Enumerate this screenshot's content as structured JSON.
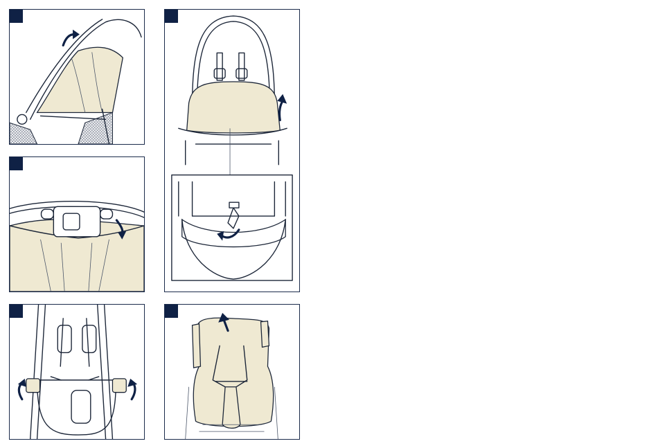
{
  "colors": {
    "badge": "#0f2145",
    "outline": "#1c2638",
    "pad_fill": "#efe9d2",
    "arrow": "#0f2145"
  },
  "panels": [
    {
      "id": "1",
      "badge_icon": "step-badge",
      "illustration": "stroller-canopy-unzip"
    },
    {
      "id": "2",
      "badge_icon": "step-badge",
      "illustration": "stroller-seat-cover-remove"
    },
    {
      "id": "3",
      "badge_icon": "step-badge",
      "illustration": "seat-buckle-detach"
    },
    {
      "id": "4",
      "badge_icon": "step-badge",
      "illustration": "harness-release"
    },
    {
      "id": "5",
      "badge_icon": "step-badge",
      "illustration": "seat-pad-lift-off"
    }
  ]
}
